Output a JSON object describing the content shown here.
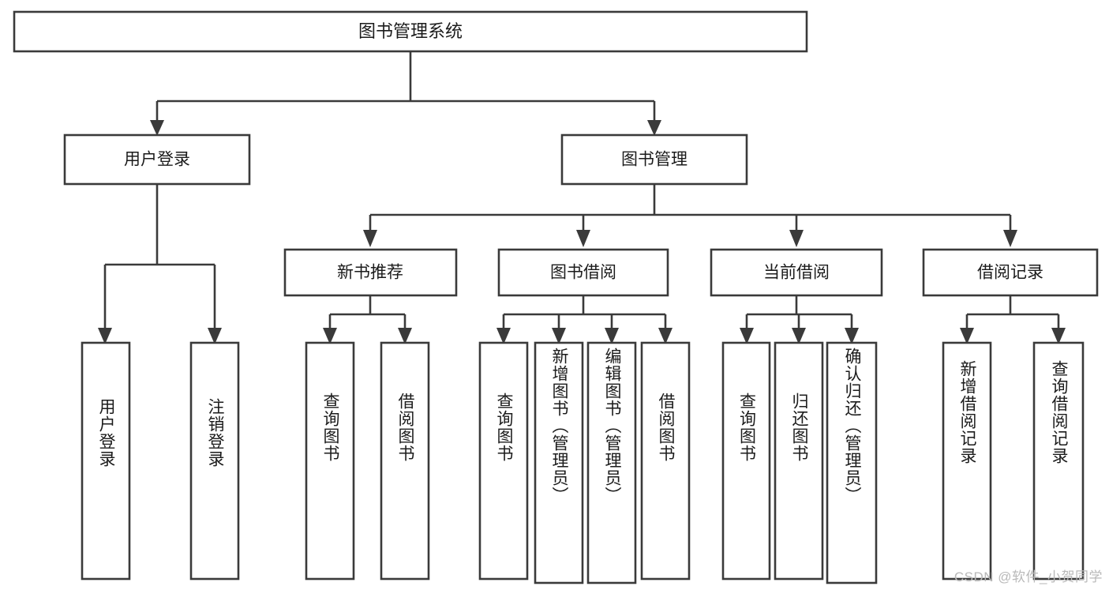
{
  "diagram": {
    "type": "tree-hierarchy-chart",
    "title": "图书管理系统",
    "orientation": "top-down",
    "colors": {
      "box_stroke": "#3a3a3a",
      "box_fill": "#ffffff",
      "connector": "#3a3a3a",
      "text": "#1b1b1b",
      "watermark": "#b9b9b9",
      "background": "#ffffff"
    },
    "root": {
      "id": "root",
      "label": "图书管理系统"
    },
    "level2": [
      {
        "id": "user-login",
        "label": "用户登录"
      },
      {
        "id": "book-management",
        "label": "图书管理"
      }
    ],
    "level3": [
      {
        "id": "new-book-recommend",
        "label": "新书推荐",
        "parent": "book-management"
      },
      {
        "id": "book-borrow",
        "label": "图书借阅",
        "parent": "book-management"
      },
      {
        "id": "current-borrow",
        "label": "当前借阅",
        "parent": "book-management"
      },
      {
        "id": "borrow-record",
        "label": "借阅记录",
        "parent": "book-management"
      }
    ],
    "leaves": [
      {
        "id": "leaf-user-login",
        "label": "用户登录",
        "parent": "user-login"
      },
      {
        "id": "leaf-logout-login",
        "label": "注销登录",
        "parent": "user-login"
      },
      {
        "id": "leaf-query-book-1",
        "label": "查询图书",
        "parent": "new-book-recommend"
      },
      {
        "id": "leaf-borrow-book-1",
        "label": "借阅图书",
        "parent": "new-book-recommend"
      },
      {
        "id": "leaf-query-book-2",
        "label": "查询图书",
        "parent": "book-borrow"
      },
      {
        "id": "leaf-add-book",
        "label": "新增图书（管理员）",
        "parent": "book-borrow"
      },
      {
        "id": "leaf-edit-book",
        "label": "编辑图书（管理员）",
        "parent": "book-borrow"
      },
      {
        "id": "leaf-borrow-book-2",
        "label": "借阅图书",
        "parent": "book-borrow"
      },
      {
        "id": "leaf-query-book-3",
        "label": "查询图书",
        "parent": "current-borrow"
      },
      {
        "id": "leaf-return-book",
        "label": "归还图书",
        "parent": "current-borrow"
      },
      {
        "id": "leaf-confirm-return",
        "label": "确认归还（管理员）",
        "parent": "current-borrow"
      },
      {
        "id": "leaf-add-borrow-record",
        "label": "新增借阅记录",
        "parent": "borrow-record"
      },
      {
        "id": "leaf-query-borrow-record",
        "label": "查询借阅记录",
        "parent": "borrow-record"
      }
    ]
  },
  "watermark": {
    "text": "CSDN @软件_小贺同学"
  }
}
